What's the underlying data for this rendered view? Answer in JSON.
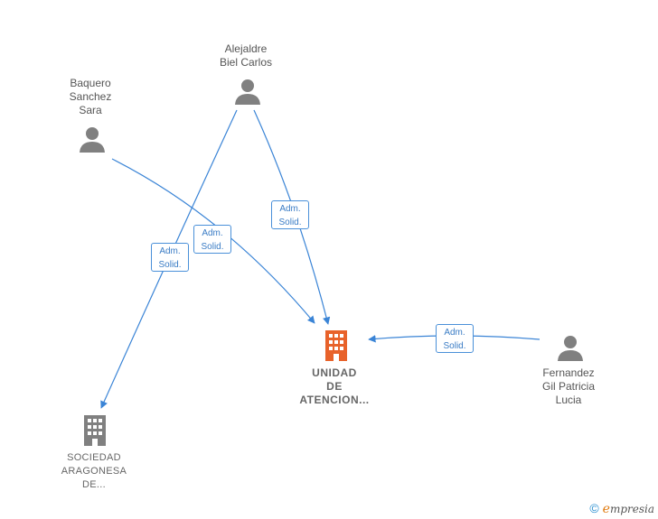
{
  "nodes": {
    "alejaldre": {
      "lines": [
        "Alejaldre",
        "Biel Carlos"
      ]
    },
    "baquero": {
      "lines": [
        "Baquero",
        "Sanchez",
        "Sara"
      ]
    },
    "fernandez": {
      "lines": [
        "Fernandez",
        "Gil Patricia",
        "Lucia"
      ]
    },
    "unidad": {
      "lines": [
        "UNIDAD",
        "DE",
        "ATENCION..."
      ]
    },
    "sociedad": {
      "lines": [
        "SOCIEDAD",
        "ARAGONESA",
        "DE..."
      ]
    }
  },
  "edge_labels": {
    "e1": [
      "Adm.",
      "Solid."
    ],
    "e2": [
      "Adm.",
      "Solid."
    ],
    "e3": [
      "Adm.",
      "Solid."
    ],
    "e4": [
      "Adm.",
      "Solid."
    ]
  },
  "footer": {
    "copyright": "©",
    "brand_first": "e",
    "brand_rest": "mpresia"
  },
  "colors": {
    "edge": "#3a84d6",
    "person": "#808080",
    "company_main": "#e8622a",
    "company_other": "#808080"
  }
}
